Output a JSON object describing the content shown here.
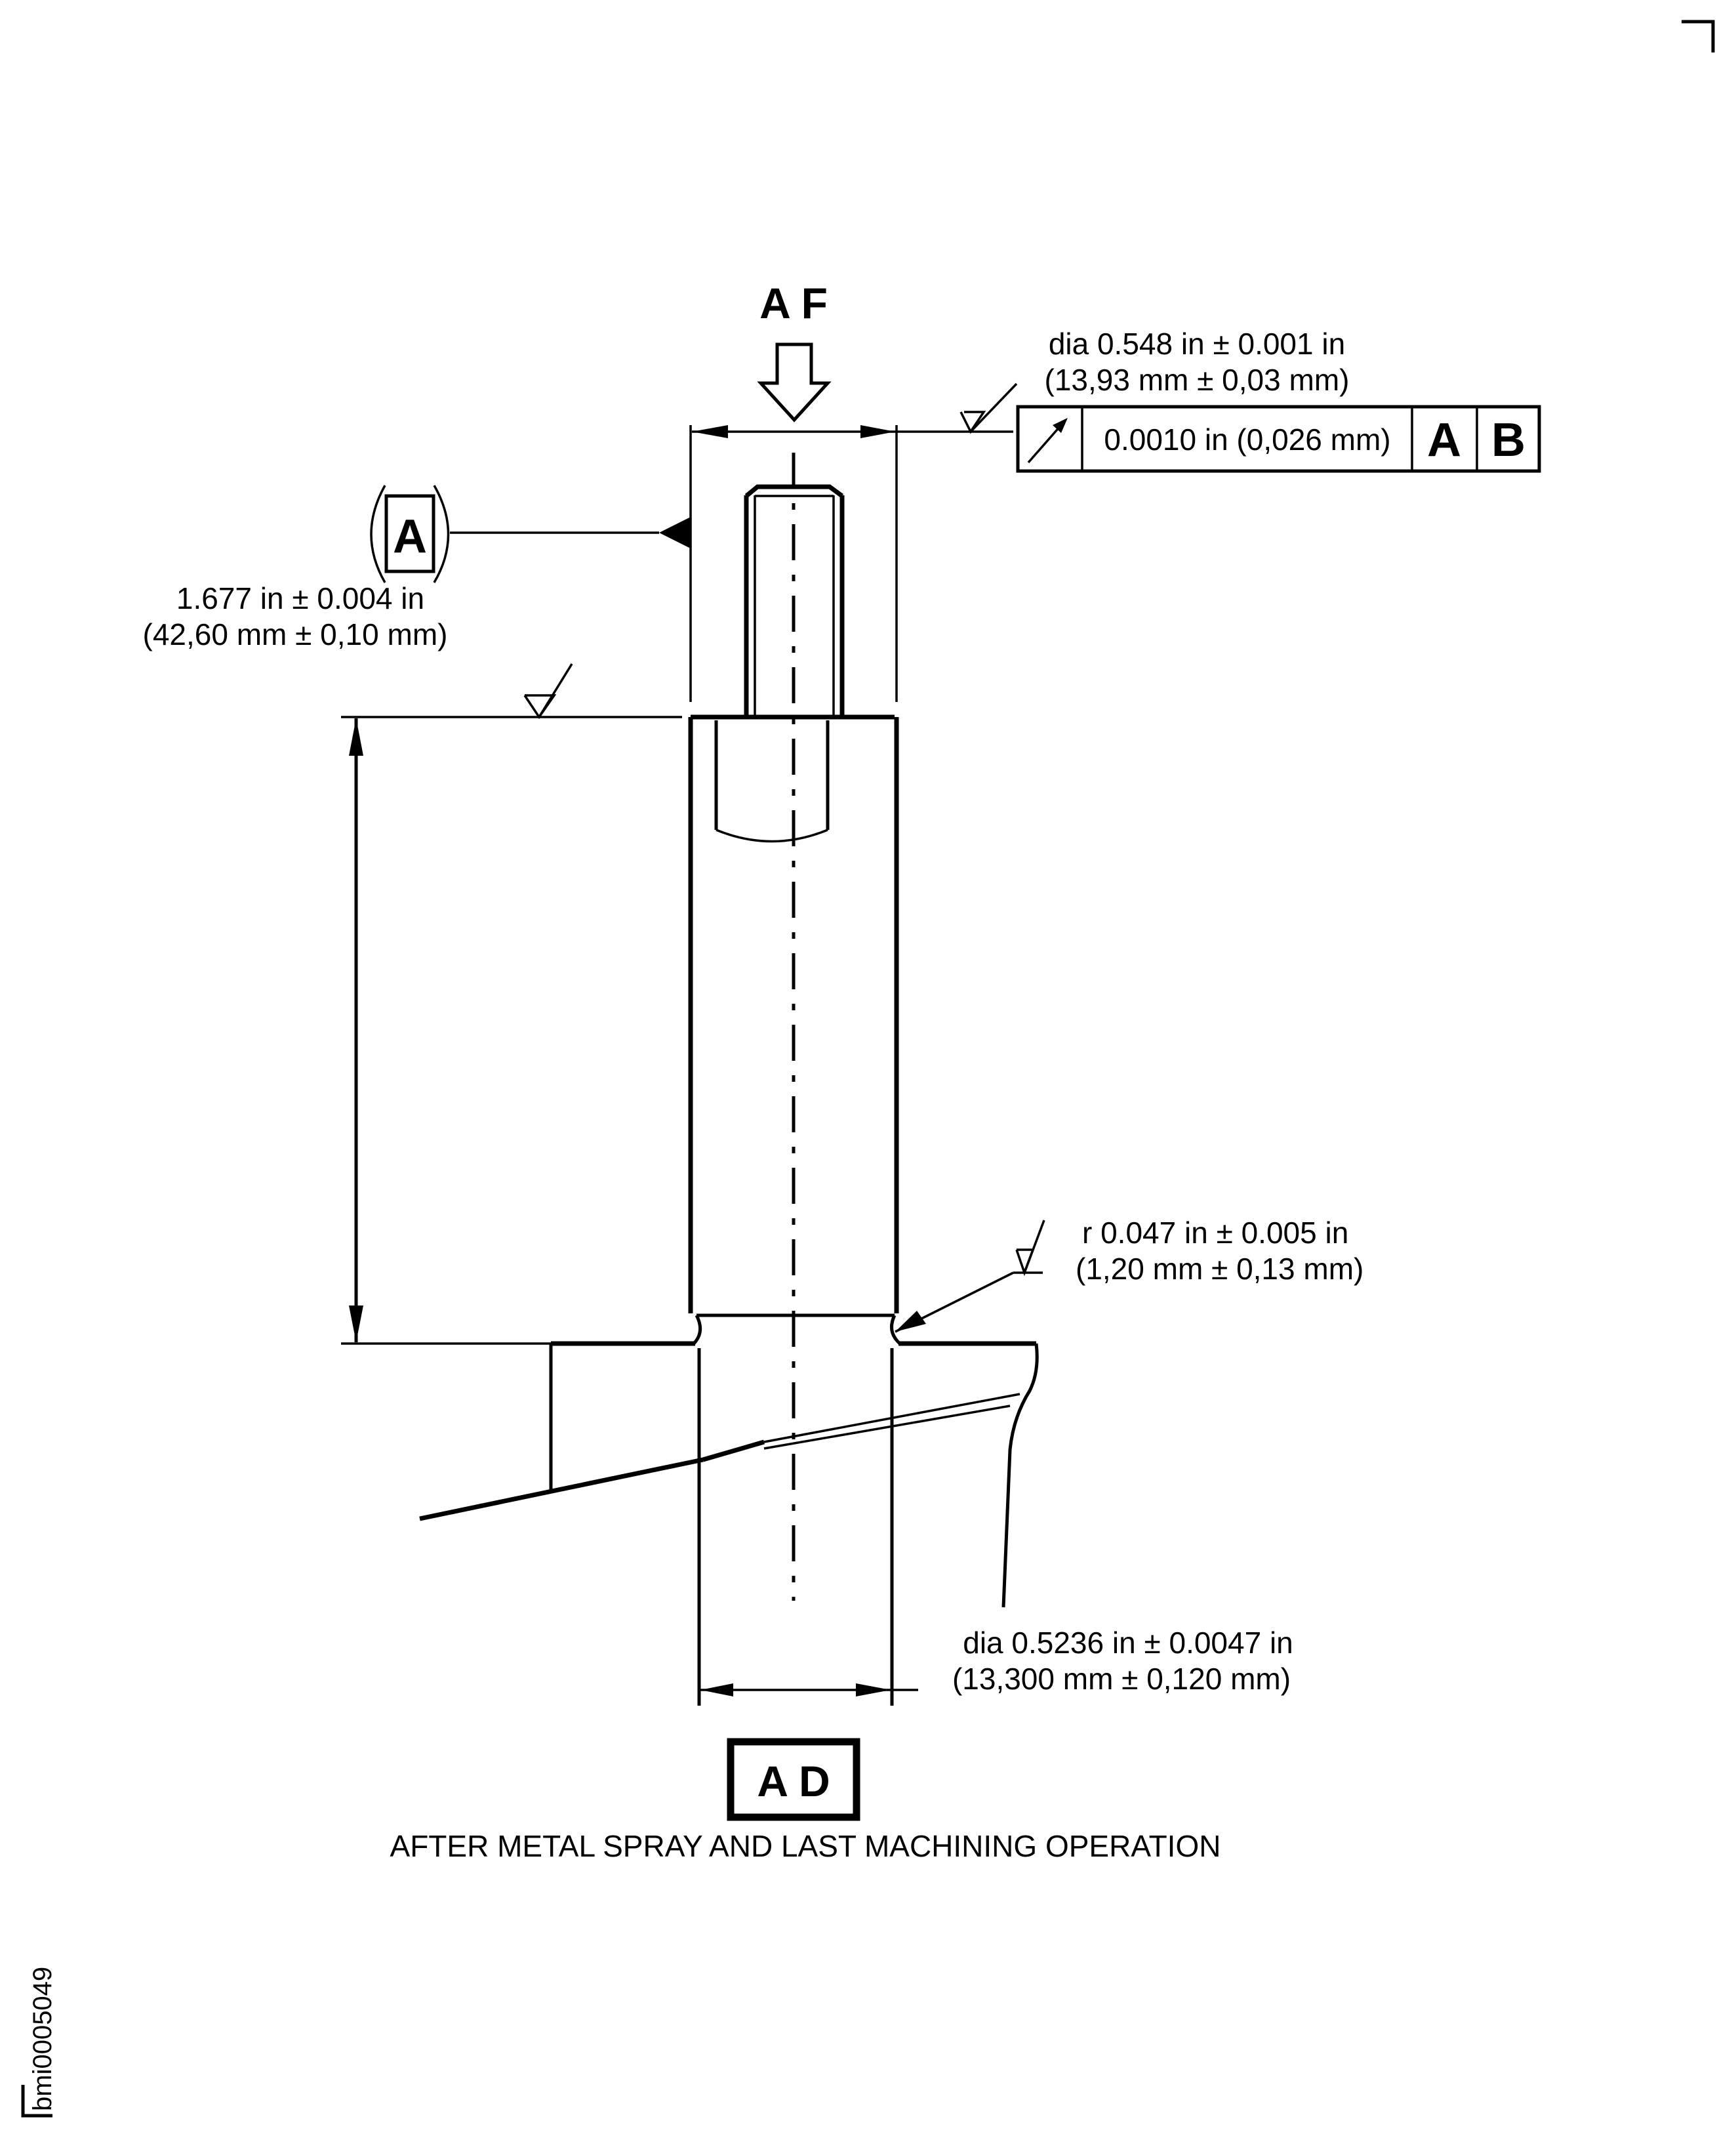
{
  "figure": {
    "id": "bmi0005049",
    "caption": "AFTER METAL SPRAY AND LAST MACHINING OPERATION"
  },
  "view_labels": {
    "top_view_arrow": "A F",
    "section_label": "A D"
  },
  "datum": {
    "label": "A"
  },
  "dimensions": {
    "upper_diameter": {
      "line1": "dia 0.548 in ± 0.001 in",
      "line2": "(13,93 mm ± 0,03 mm)"
    },
    "length": {
      "line1": "1.677 in ± 0.004 in",
      "line2": "(42,60 mm ± 0,10 mm)"
    },
    "fillet_radius": {
      "line1": "r 0.047 in ± 0.005 in",
      "line2": "(1,20 mm ± 0,13 mm)"
    },
    "lower_diameter": {
      "line1": "dia 0.5236 in ± 0.0047 in",
      "line2": "(13,300 mm ± 0,120 mm)"
    }
  },
  "feature_control_frame": {
    "symbol": "circular-runout-icon",
    "tolerance": "0.0010 in (0,026 mm)",
    "datum_primary": "A",
    "datum_secondary": "B"
  },
  "symbols": {
    "surface_finish": "surface-finish-icon",
    "datum_triangle": "datum-triangle-icon",
    "view_arrow": "view-arrow-icon",
    "corner_mark": "corner-mark-icon"
  }
}
